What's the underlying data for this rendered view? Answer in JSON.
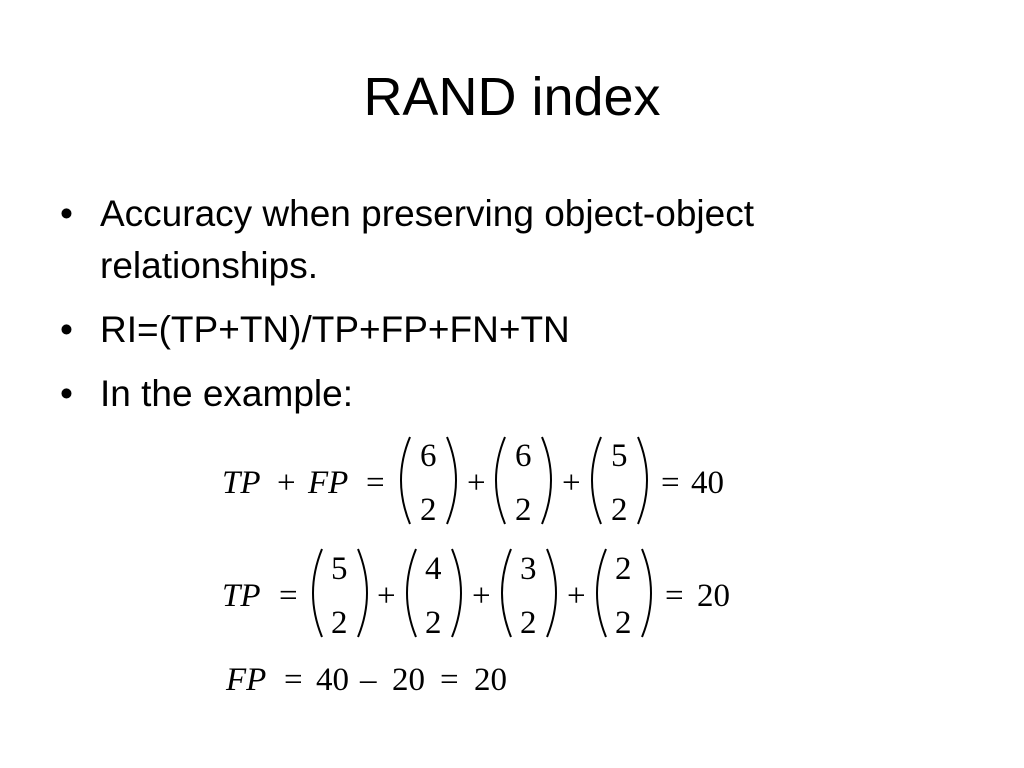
{
  "slide": {
    "title": "RAND index",
    "bullets": [
      "Accuracy when preserving object-object relationships.",
      "RI=(TP+TN)/TP+FP+FN+TN",
      "In the example:"
    ],
    "bullet_glyph": "•"
  },
  "equations": {
    "tp_fp": {
      "lhs": [
        "TP",
        "+",
        "FP",
        "="
      ],
      "binomials": [
        {
          "top": "6",
          "bottom": "2"
        },
        {
          "top": "6",
          "bottom": "2"
        },
        {
          "top": "5",
          "bottom": "2"
        }
      ],
      "operators": [
        "+",
        "+"
      ],
      "result_sign": "=",
      "result": "40"
    },
    "tp": {
      "lhs": [
        "TP",
        "="
      ],
      "binomials": [
        {
          "top": "5",
          "bottom": "2"
        },
        {
          "top": "4",
          "bottom": "2"
        },
        {
          "top": "3",
          "bottom": "2"
        },
        {
          "top": "2",
          "bottom": "2"
        }
      ],
      "operators": [
        "+",
        "+",
        "+"
      ],
      "result_sign": "=",
      "result": "20"
    },
    "fp": {
      "lhs": "FP",
      "eq1": "=",
      "a": "40",
      "minus": "–",
      "b": "20",
      "eq2": "=",
      "result": "20"
    }
  }
}
